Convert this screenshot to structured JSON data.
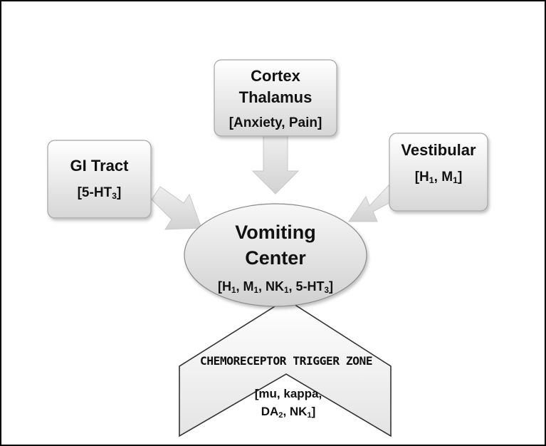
{
  "nodes": {
    "cortex": {
      "title_line1": "Cortex",
      "title_line2": "Thalamus",
      "receptors": "[Anxiety, Pain]"
    },
    "gi_tract": {
      "title": "GI Tract",
      "receptors_prefix": "[5-HT",
      "receptors_sub": "3",
      "receptors_suffix": "]"
    },
    "vestibular": {
      "title": "Vestibular",
      "r1": "[H",
      "r1_sub": "1",
      "r2": ", M",
      "r2_sub": "1",
      "r_end": "]"
    },
    "vomiting_center": {
      "title_line1": "Vomiting",
      "title_line2": "Center",
      "r1": "[H",
      "r1_sub": "1",
      "r2": ", M",
      "r2_sub": "1",
      "r3": ", NK",
      "r3_sub": "1",
      "r4": ", 5-HT",
      "r4_sub": "3",
      "r_end": "]"
    },
    "ctz": {
      "title": "CHEMORECEPTOR TRIGGER  ZONE",
      "line1": "[mu, kappa,",
      "l2a": "DA",
      "l2a_sub": "2",
      "l2b": ", NK",
      "l2b_sub": "1",
      "l2_end": "]"
    }
  },
  "colors": {
    "box_fill_top": "#ffffff",
    "box_fill_bottom": "#dcdcdc",
    "stroke": "#9a9a9a",
    "arrow": "#d9d9d9",
    "text": "#111111"
  }
}
